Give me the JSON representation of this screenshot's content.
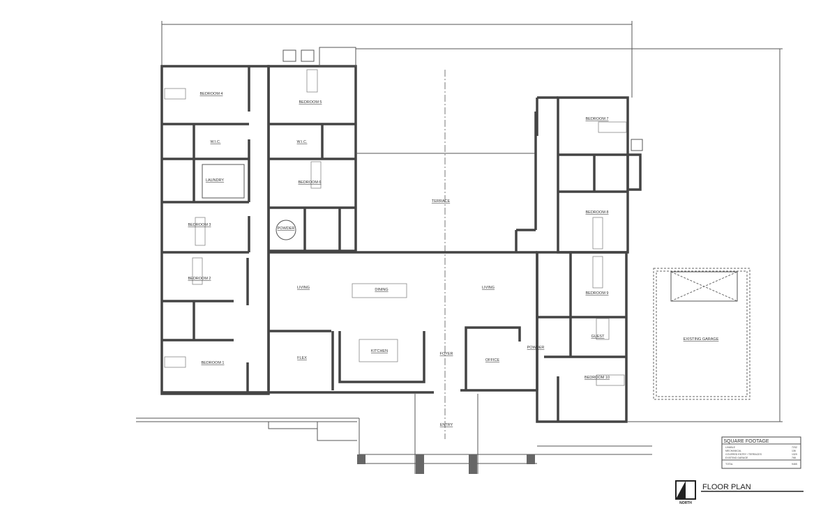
{
  "title": "FLOOR PLAN",
  "north_label": "NORTH",
  "rooms": {
    "bedroom4": "BEDROOM 4",
    "bedroom5": "BEDROOM 5",
    "wic_left": "W.I.C.",
    "wic_right": "W.I.C.",
    "laundry": "LAUNDRY",
    "bedroom6": "BEDROOM 6",
    "bedroom3": "BEDROOM 3",
    "powder_left": "POWDER",
    "bedroom2": "BEDROOM 2",
    "bedroom1": "BEDROOM 1",
    "flex": "FLEX",
    "living_left": "LIVING",
    "dining": "DINING",
    "kitchen": "KITCHEN",
    "terrace": "TERRACE",
    "living_right": "LIVING",
    "foyer": "FOYER",
    "entry": "ENTRY",
    "office": "OFFICE",
    "powder_right": "POWDER",
    "bedroom7": "BEDROOM 7",
    "bedroom8": "BEDROOM 8",
    "bedroom9": "BEDROOM 9",
    "guest": "GUEST",
    "bedroom10": "BEDROOM 10",
    "garage": "EXISTING GARAGE"
  },
  "square_footage": {
    "title": "SQUARE FOOTAGE",
    "rows": [
      {
        "label": "LIVABLE",
        "value": "7232"
      },
      {
        "label": "MECHANICAL",
        "value": "136"
      },
      {
        "label": "COVERED ENTRY / TERRACES",
        "value": "1329"
      },
      {
        "label": "EXISTING GARAGE",
        "value": "768"
      }
    ],
    "total_label": "TOTAL",
    "total_value": "9465"
  }
}
